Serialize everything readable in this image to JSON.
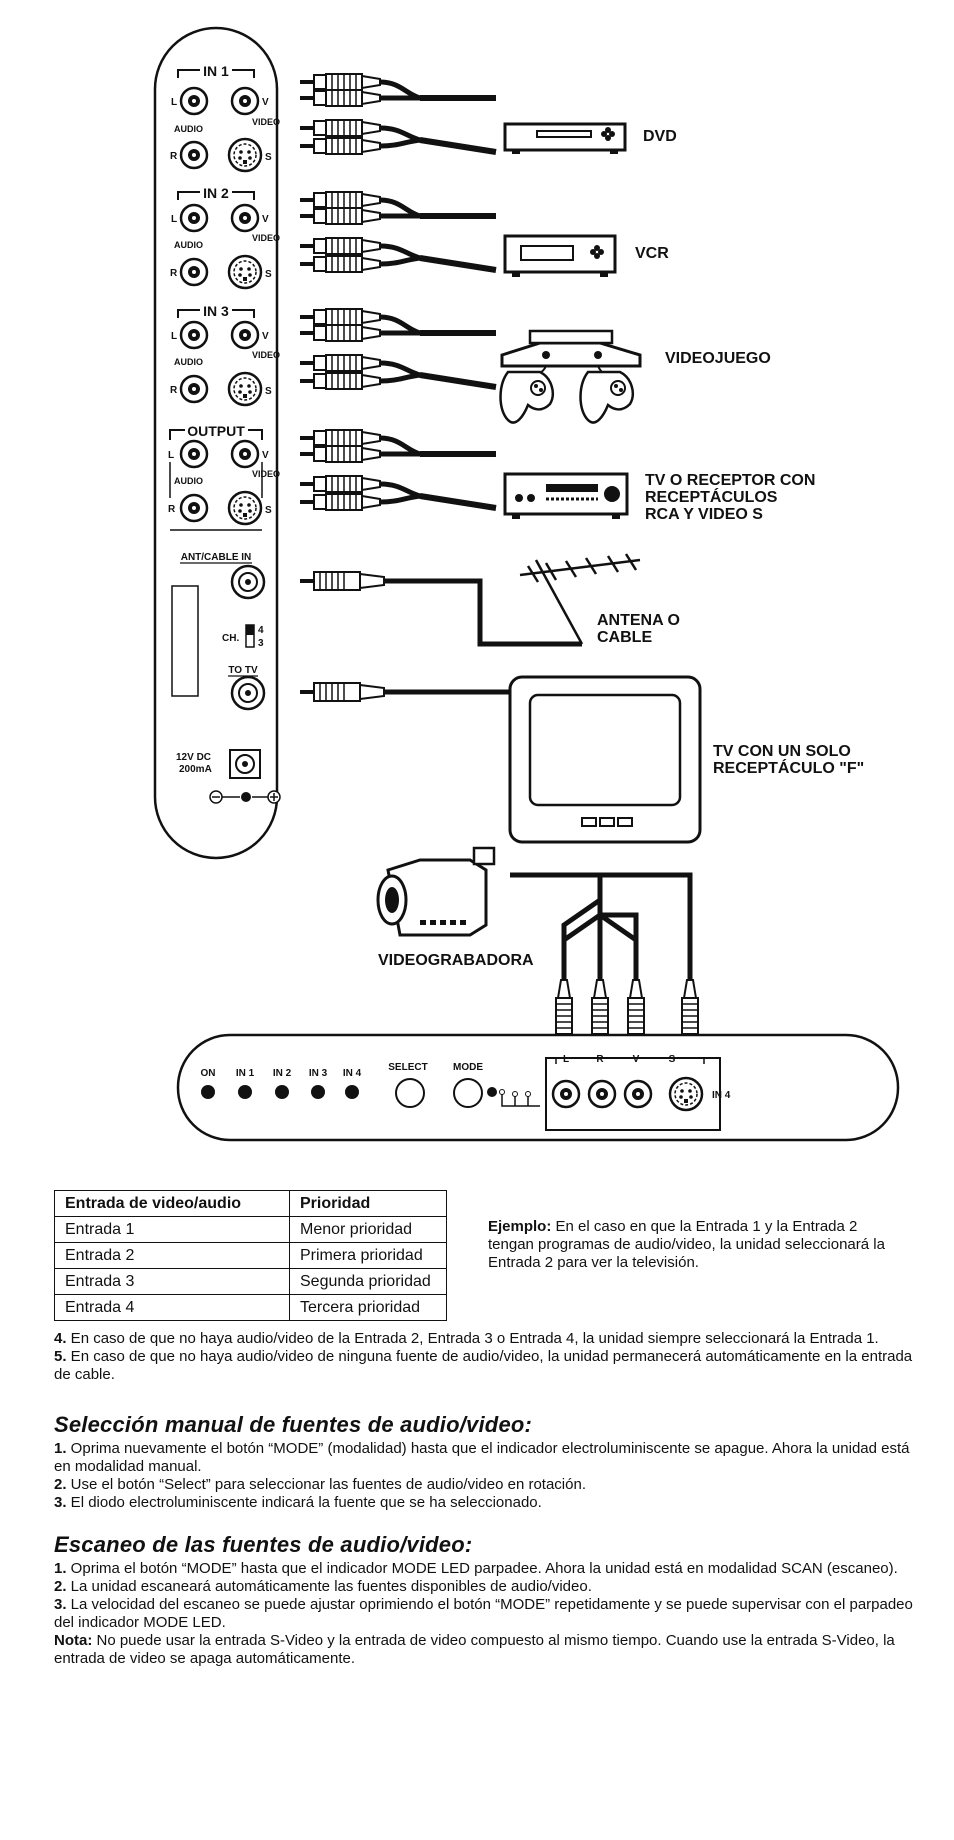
{
  "panel": {
    "in1_title": "IN 1",
    "in2_title": "IN 2",
    "in3_title": "IN 3",
    "output_title": "OUTPUT",
    "l": "L",
    "r": "R",
    "v": "V",
    "s": "S",
    "audio": "AUDIO",
    "video": "VIDEO",
    "ant_cable_in": "ANT/CABLE IN",
    "ch": "CH.",
    "ch4": "4",
    "ch3": "3",
    "to_tv": "TO TV",
    "power_line1": "12V DC",
    "power_line2": "200mA"
  },
  "devices": {
    "dvd": "DVD",
    "vcr": "VCR",
    "game": "VIDEOJUEGO",
    "receiver_l1": "TV O RECEPTOR CON",
    "receiver_l2": "RECEPTÁCULOS",
    "receiver_l3": "RCA Y VIDEO S",
    "antenna_l1": "ANTENA O",
    "antenna_l2": "CABLE",
    "tv_l1": "TV CON UN SOLO",
    "tv_l2": "RECEPTÁCULO \"F\"",
    "camcorder": "VIDEOGRABADORA"
  },
  "front_panel": {
    "on": "ON",
    "in1": "IN 1",
    "in2": "IN 2",
    "in3": "IN 3",
    "in4": "IN 4",
    "select": "SELECT",
    "mode": "MODE",
    "l": "L",
    "r": "R",
    "v": "V",
    "s": "S",
    "in4_side": "IN 4"
  },
  "table": {
    "headers": [
      "Entrada de video/audio",
      "Prioridad"
    ],
    "rows": [
      [
        "Entrada 1",
        "Menor prioridad"
      ],
      [
        "Entrada 2",
        "Primera prioridad"
      ],
      [
        "Entrada 3",
        "Segunda prioridad"
      ],
      [
        "Entrada 4",
        "Tercera prioridad"
      ]
    ]
  },
  "example": {
    "bold": "Ejemplo:",
    "text": " En el caso en que la Entrada 1 y la Entrada 2 tengan programas de audio/video, la unidad seleccionará la Entrada 2 para ver la televisión."
  },
  "notes": [
    {
      "num": "4.",
      "text": " En caso de que no haya audio/video de la Entrada 2, Entrada 3 o Entrada 4, la unidad siempre seleccionará la Entrada 1."
    },
    {
      "num": "5.",
      "text": " En caso de que no haya audio/video de ninguna fuente de audio/video, la unidad permanecerá automáticamente en la entrada de cable."
    }
  ],
  "manual": {
    "heading": "Selección manual de fuentes de audio/video:",
    "items": [
      {
        "num": "1.",
        "text": " Oprima nuevamente el botón “MODE” (modalidad) hasta que el indicador electroluminiscente se apague. Ahora la unidad está en modalidad manual."
      },
      {
        "num": "2.",
        "text": " Use el botón “Select” para seleccionar las fuentes de audio/video en rotación."
      },
      {
        "num": "3.",
        "text": " El diodo electroluminiscente indicará la fuente que se ha seleccionado."
      }
    ]
  },
  "scan": {
    "heading": "Escaneo de las fuentes de audio/video:",
    "items": [
      {
        "num": "1.",
        "text": " Oprima el botón “MODE” hasta que el indicador MODE LED parpadee. Ahora la unidad está en modalidad SCAN (escaneo)."
      },
      {
        "num": "2.",
        "text": " La unidad escaneará automáticamente las fuentes disponibles de audio/video."
      },
      {
        "num": "3.",
        "text": " La velocidad del escaneo se puede ajustar oprimiendo el botón “MODE” repetidamente y se puede supervisar con el parpadeo del indicador MODE LED."
      }
    ],
    "note_bold": "Nota:",
    "note_text": " No puede usar la entrada S-Video y la entrada de video compuesto al mismo tiempo. Cuando use la entrada S-Video, la entrada de video se apaga automáticamente."
  }
}
